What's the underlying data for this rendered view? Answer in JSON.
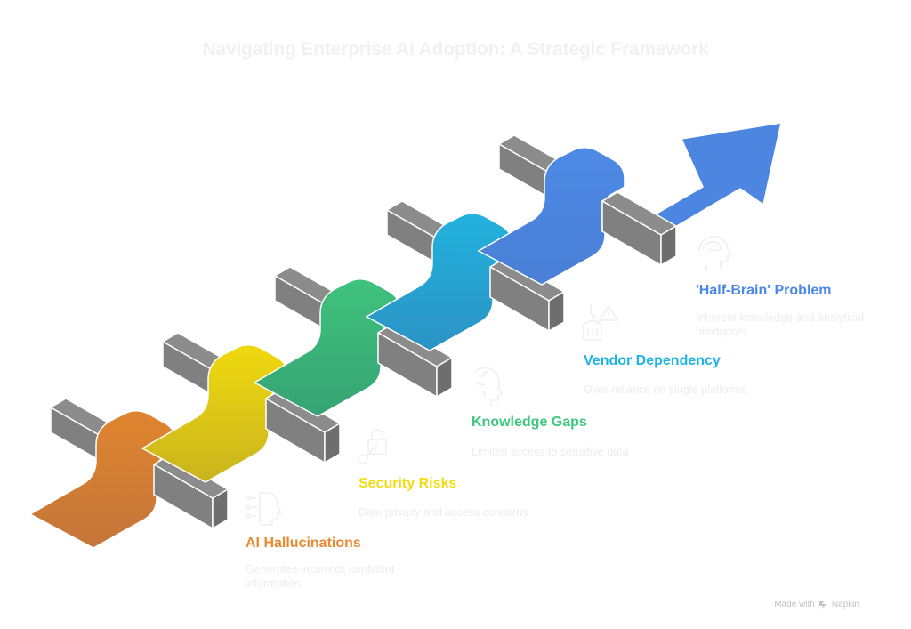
{
  "title": "Navigating Enterprise AI Adoption: A Strategic Framework",
  "steps": [
    {
      "label": "AI Hallucinations",
      "description": "Generates incorrect, confident information",
      "color": "#e88a32",
      "icon": "ai-head-circuit-icon"
    },
    {
      "label": "Security Risks",
      "description": "Data privacy and access concerns",
      "color": "#f2dc10",
      "icon": "lock-key-icon"
    },
    {
      "label": "Knowledge Gaps",
      "description": "Limited access to sensitive data",
      "color": "#3ec77f",
      "icon": "puzzle-head-icon"
    },
    {
      "label": "Vendor Dependency",
      "description": "Over-reliance on single platforms",
      "color": "#1fb3e6",
      "icon": "crane-warning-icon"
    },
    {
      "label": "'Half-Brain' Problem",
      "description": "Inherent knowledge and analytical blindspots",
      "color": "#4a88e8",
      "icon": "brain-head-icon"
    }
  ],
  "footer": {
    "text": "Made with",
    "brand": "Napkin"
  }
}
